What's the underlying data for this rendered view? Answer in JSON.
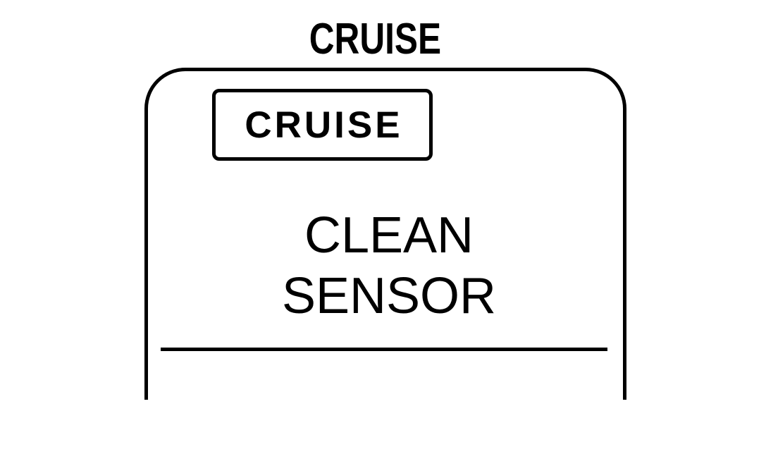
{
  "figure": {
    "title": "CRUISE",
    "background_color": "#ffffff",
    "line_color": "#000000"
  },
  "display": {
    "name": "instrument-cluster-display",
    "indicator": {
      "label": "CRUISE",
      "boxed": true
    },
    "message": {
      "line1": "CLEAN",
      "line2": "SENSOR"
    },
    "separator": {
      "visible": true
    }
  }
}
